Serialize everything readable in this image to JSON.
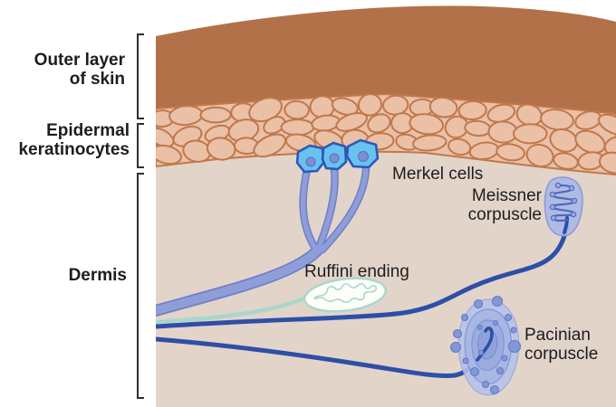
{
  "left_panel": {
    "outer_layer": {
      "line1": "Outer layer",
      "line2": "of skin"
    },
    "epidermal": {
      "line1": "Epidermal",
      "line2": "keratinocytes"
    },
    "dermis": {
      "label": "Dermis"
    }
  },
  "annotations": {
    "merkel": {
      "label": "Merkel cells"
    },
    "meissner": {
      "line1": "Meissner",
      "line2": "corpuscle"
    },
    "ruffini": {
      "label": "Ruffini ending"
    },
    "pacinian": {
      "line1": "Pacinian",
      "line2": "corpuscle"
    }
  },
  "colors": {
    "background": "#ffffff",
    "epidermis_brown": "#b27149",
    "dermis_beige": "#e3d4ca",
    "keratinocyte_fill": "#eac0a7",
    "keratinocyte_outline": "#c0784a",
    "merkel_cell_blue": "#68c2f0",
    "merkel_cell_outline": "#2e57b6",
    "nerve_periwinkle": "#8f9ed9",
    "nerve_periwinkle_outline": "#6f7fc8",
    "nerve_dark_blue": "#2e4fa7",
    "ruffini_teal": "#a8d7cd",
    "corpuscle_lavender": "#aab9e4",
    "text": "#1d1d1d"
  }
}
